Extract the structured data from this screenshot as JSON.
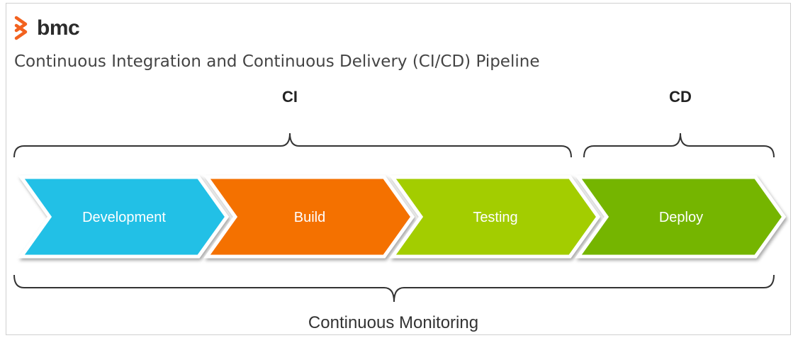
{
  "brand": {
    "name": "bmc",
    "accent_color": "#f2621f"
  },
  "title": "Continuous Integration and Continuous Delivery (CI/CD) Pipeline",
  "phases": [
    {
      "id": "ci",
      "label": "CI"
    },
    {
      "id": "cd",
      "label": "CD"
    }
  ],
  "stages": [
    {
      "label": "Development",
      "color": "#21c0e6"
    },
    {
      "label": "Build",
      "color": "#f47106"
    },
    {
      "label": "Testing",
      "color": "#a3cd06"
    },
    {
      "label": "Deploy",
      "color": "#74b506"
    }
  ],
  "monitoring_label": "Continuous Monitoring"
}
